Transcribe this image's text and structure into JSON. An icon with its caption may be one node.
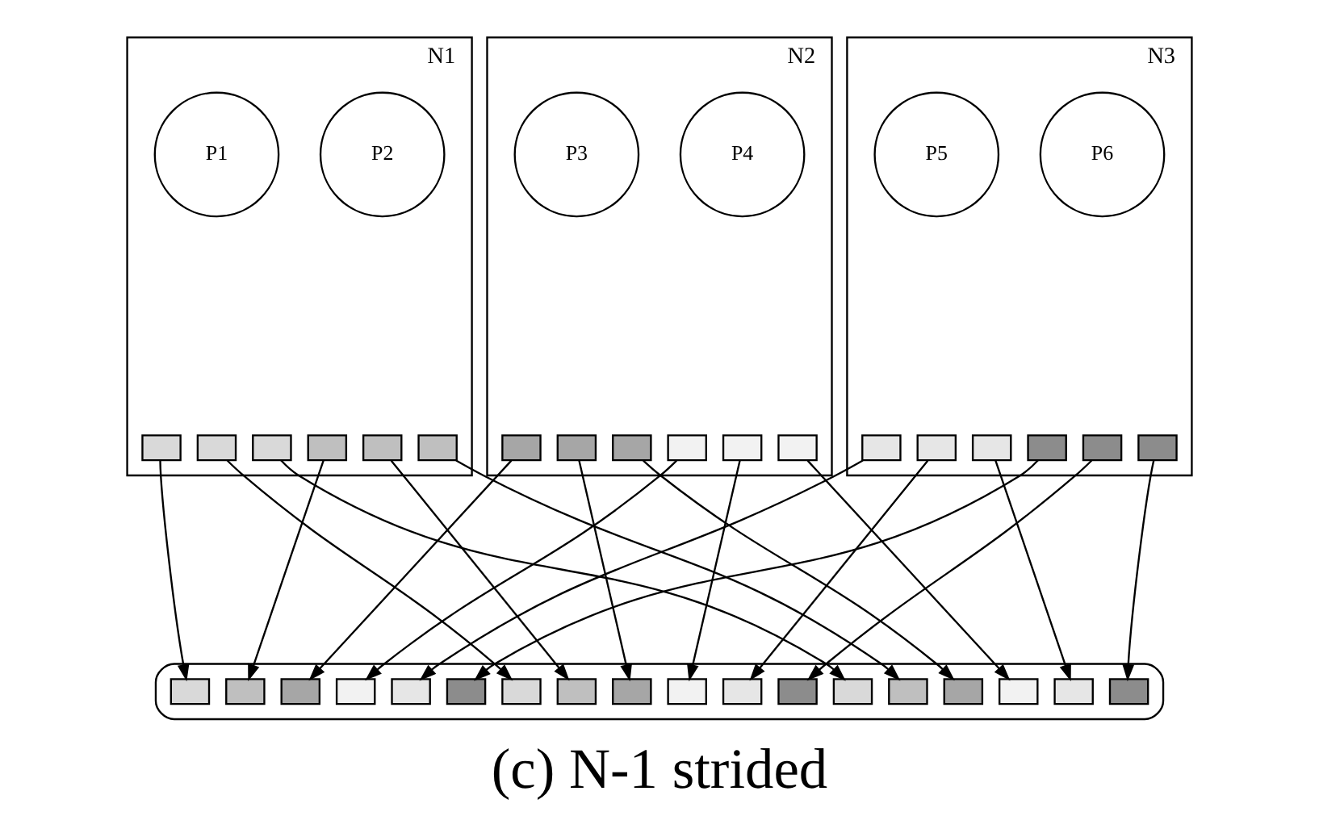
{
  "diagram": {
    "caption": "(c) N-1 strided",
    "nodes": [
      {
        "text": [
          "N1"
        ]
      },
      {
        "text": [
          "P1"
        ],
        "in": 0
      },
      {
        "text": [
          "P2"
        ],
        "in": 0
      },
      {
        "text": [],
        "shape": "box",
        "in": 0
      },
      {
        "text": [],
        "shape": "box",
        "in": 0
      },
      {
        "text": [],
        "shape": "box",
        "in": 0
      },
      {
        "text": [],
        "shape": "box",
        "in": 0
      },
      {
        "text": [],
        "shape": "box",
        "in": 0
      },
      {
        "text": [],
        "shape": "box",
        "in": 0
      },
      {
        "text": [
          "N2"
        ]
      },
      {
        "text": [
          "P3"
        ],
        "in": 9
      },
      {
        "text": [
          "P4"
        ],
        "in": 9
      },
      {
        "text": [],
        "shape": "box",
        "in": 9
      },
      {
        "text": [],
        "shape": "box",
        "in": 9
      },
      {
        "text": [],
        "shape": "box",
        "in": 9
      },
      {
        "text": [],
        "shape": "box",
        "in": 9
      },
      {
        "text": [],
        "shape": "box",
        "in": 9
      },
      {
        "text": [],
        "shape": "box",
        "in": 9
      },
      {
        "text": [
          "N3"
        ]
      },
      {
        "text": [
          "P5"
        ],
        "in": 18
      },
      {
        "text": [
          "P6"
        ],
        "in": 18
      },
      {
        "text": [],
        "shape": "box",
        "in": 18
      },
      {
        "text": [],
        "shape": "box",
        "in": 18
      },
      {
        "text": [],
        "shape": "box",
        "in": 18
      },
      {
        "text": [],
        "shape": "box",
        "in": 18
      },
      {
        "text": [],
        "shape": "box",
        "in": 18
      },
      {
        "text": [],
        "shape": "box",
        "in": 18
      },
      {
        "text": [],
        "shape": "cylinder"
      },
      {
        "text": [],
        "shape": "box",
        "in": 27
      },
      {
        "text": [],
        "shape": "box",
        "in": 27
      },
      {
        "text": [],
        "shape": "box",
        "in": 27
      },
      {
        "text": [],
        "shape": "box",
        "in": 27
      },
      {
        "text": [],
        "shape": "box",
        "in": 27
      },
      {
        "text": [],
        "shape": "box",
        "in": 27
      },
      {
        "text": [],
        "shape": "box",
        "in": 27
      },
      {
        "text": [],
        "shape": "box",
        "in": 27
      },
      {
        "text": [],
        "shape": "box",
        "in": 27
      },
      {
        "text": [],
        "shape": "box",
        "in": 27
      },
      {
        "text": [],
        "shape": "box",
        "in": 27
      },
      {
        "text": [],
        "shape": "box",
        "in": 27
      },
      {
        "text": [],
        "shape": "box",
        "in": 27
      },
      {
        "text": [],
        "shape": "box",
        "in": 27
      },
      {
        "text": [],
        "shape": "box",
        "in": 27
      },
      {
        "text": [],
        "shape": "box",
        "in": 27
      },
      {
        "text": [],
        "shape": "box",
        "in": 27
      },
      {
        "text": [],
        "shape": "box",
        "in": 27
      }
    ],
    "edges": [
      {
        "from": 3,
        "to": 28,
        "arrow": "to"
      },
      {
        "from": 4,
        "to": 34,
        "arrow": "to"
      },
      {
        "from": 5,
        "to": 40,
        "arrow": "to"
      },
      {
        "from": 6,
        "to": 29,
        "arrow": "to"
      },
      {
        "from": 7,
        "to": 35,
        "arrow": "to"
      },
      {
        "from": 8,
        "to": 41,
        "arrow": "to"
      },
      {
        "from": 12,
        "to": 30,
        "arrow": "to"
      },
      {
        "from": 13,
        "to": 36,
        "arrow": "to"
      },
      {
        "from": 14,
        "to": 42,
        "arrow": "to"
      },
      {
        "from": 15,
        "to": 31,
        "arrow": "to"
      },
      {
        "from": 16,
        "to": 37,
        "arrow": "to"
      },
      {
        "from": 17,
        "to": 43,
        "arrow": "to"
      },
      {
        "from": 21,
        "to": 32,
        "arrow": "to"
      },
      {
        "from": 22,
        "to": 38,
        "arrow": "to"
      },
      {
        "from": 23,
        "to": 44,
        "arrow": "to"
      },
      {
        "from": 24,
        "to": 33,
        "arrow": "to"
      },
      {
        "from": 25,
        "to": 39,
        "arrow": "to"
      },
      {
        "from": 26,
        "to": 45,
        "arrow": "to"
      }
    ]
  }
}
